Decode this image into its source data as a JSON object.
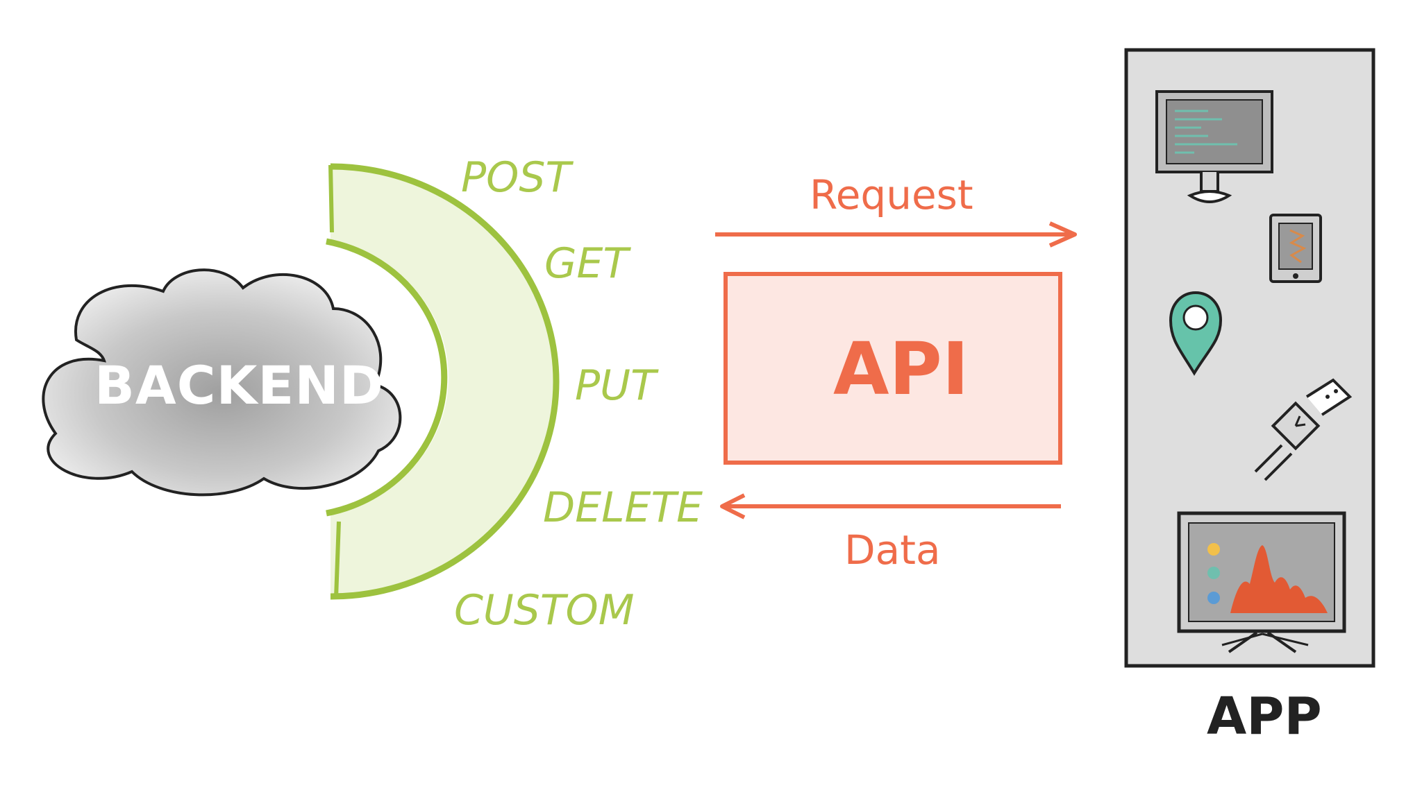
{
  "backend": {
    "label": "BACKEND"
  },
  "methods": [
    "POST",
    "GET",
    "PUT",
    "DELETE",
    "CUSTOM"
  ],
  "api": {
    "label": "API",
    "request_label": "Request",
    "data_label": "Data"
  },
  "app": {
    "label": "APP"
  },
  "colors": {
    "method_green": "#a9c84c",
    "api_orange": "#ef6c4a",
    "api_fill": "#fde7e2",
    "cloud_gray": "#c9c9c9",
    "app_panel": "#dedede"
  },
  "icons": [
    "cloud-icon",
    "desktop-monitor-icon",
    "tablet-icon",
    "map-pin-icon",
    "smartwatch-icon",
    "tv-chart-icon"
  ]
}
